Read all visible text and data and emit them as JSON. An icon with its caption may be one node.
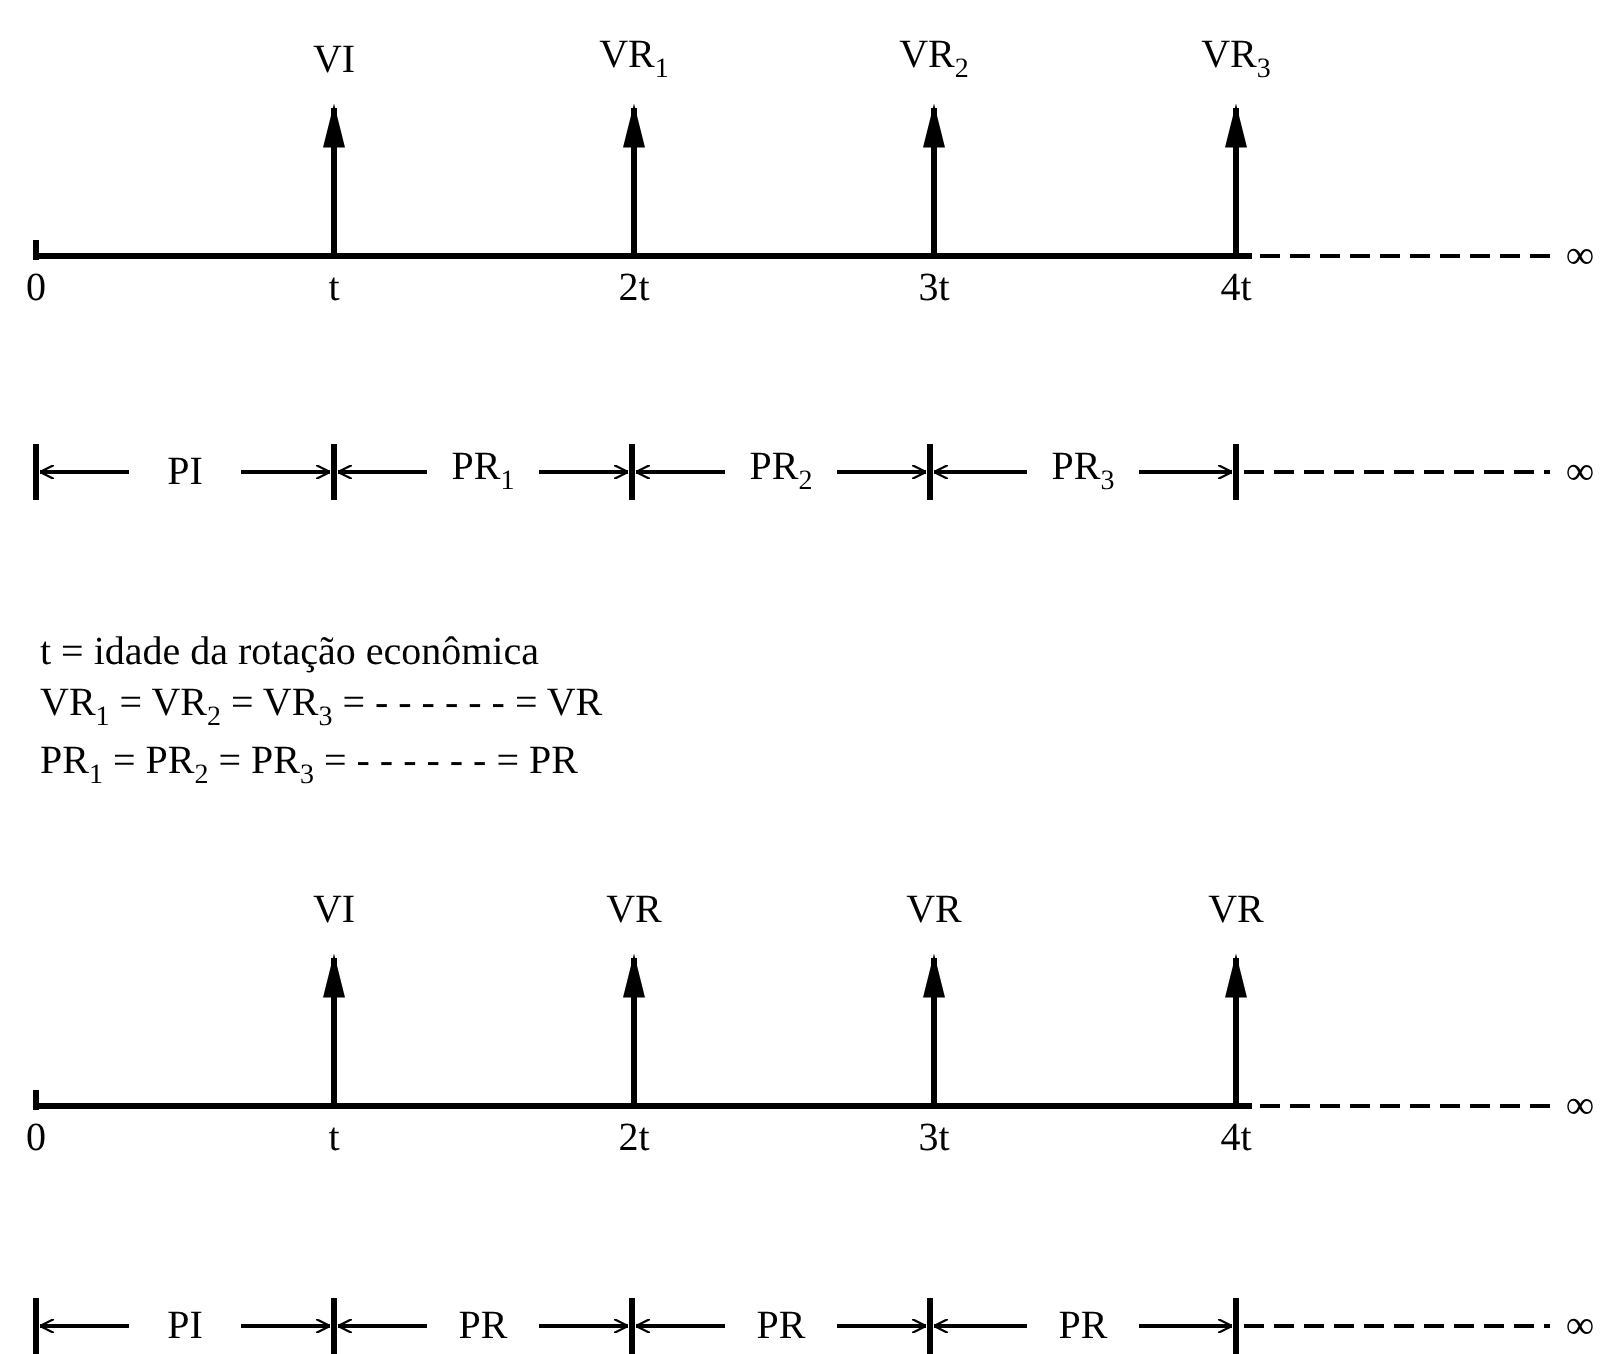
{
  "diagram": {
    "labels": [
      "VI",
      "VR$_{1}$",
      "VR$_{2}$",
      "VR$_{3}$",
      "0",
      "t",
      "2t",
      "3t",
      "4t",
      "∞",
      "PI",
      "PR$_{1}$",
      "PR$_{2}$",
      "PR$_{3}$",
      "∞",
      "t = idade da rotação econômica",
      "VR$_{1}$ = VR$_{2}$ = VR$_{3}$ = - - - - - - = VR",
      "PR$_{1}$ = PR$_{2}$ = PR$_{3}$ = - - - - - - = PR",
      "VI",
      "VR",
      "VR",
      "VR",
      "0",
      "t",
      "2t",
      "3t",
      "4t",
      "∞",
      "PI",
      "PR",
      "PR",
      "PR",
      "∞"
    ]
  }
}
